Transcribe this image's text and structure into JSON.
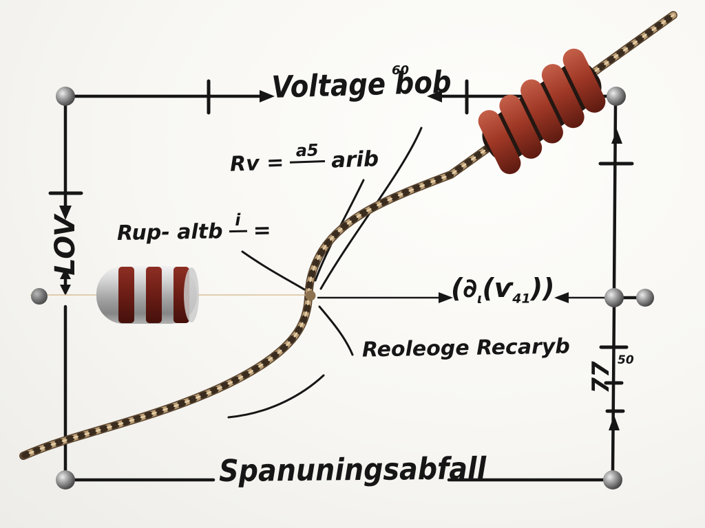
{
  "title": "Hand-drawn voltage drop circuit diagram",
  "colors": {
    "background": "#f8f7f3",
    "ink": "#161616",
    "rope_base": "#5a4632",
    "rope_mid": "#bb9d74",
    "rope_dark_twist": "#3a2c1e",
    "rope_highlight": "#e2cba4",
    "lead_wire": "#a2855f",
    "junction_blob": "#8d7252",
    "resistor_red": "#9c3a28",
    "resistor_silver": "#c6c6c6",
    "silver_band_red": "#74211a"
  },
  "labels": {
    "voltage": {
      "text": "Voltage bob",
      "superscript": "60"
    },
    "formula_rv": {
      "lhs": "Rv =",
      "numerator": "a5",
      "rhs": "arib"
    },
    "formula_rup": {
      "lhs": "Rup- altb",
      "numerator": "i",
      "rhs": "="
    },
    "expression": {
      "open": "(∂",
      "sub1": "ι",
      "mid": "(ѵ",
      "sub2": "41",
      "close": "))"
    },
    "note": "Reoleoge Recaryb",
    "bottom": "Spanuningsabfall",
    "left_vertical": "LOV",
    "right_vertical": {
      "text": "77",
      "superscript": "50"
    }
  },
  "components": {
    "left_resistor": "silver-resistor-three-red-bands",
    "right_resistor": "red-coil-resistor",
    "wire": "twisted-copper-wire",
    "nodes": "metal-ball-junction"
  }
}
